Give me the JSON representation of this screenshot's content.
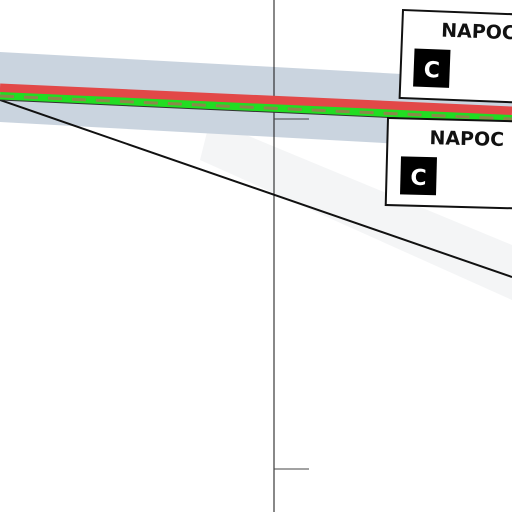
{
  "map": {
    "colors": {
      "background": "#ffffff",
      "buffer_band": "#c7d2dd",
      "route_red": "#e24848",
      "route_green": "#22dd22",
      "route_dash": "#8a8a4a",
      "line": "#111111"
    },
    "labels": [
      {
        "name": "NAPOC",
        "badge": "C"
      },
      {
        "name": "NAPOC",
        "badge": "C"
      }
    ]
  }
}
